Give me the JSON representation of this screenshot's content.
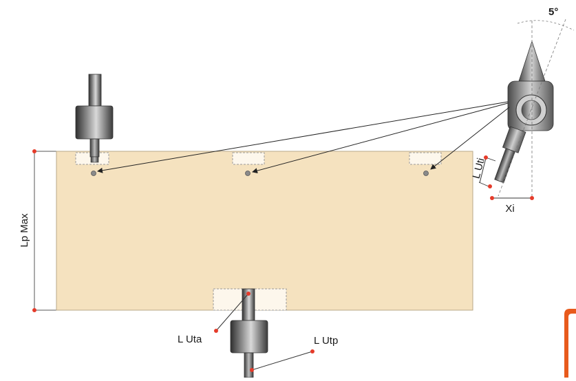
{
  "labels": {
    "angle": "5°",
    "lp_max": "Lp Max",
    "l_uti": "L Uti",
    "xi": "Xi",
    "l_uta": "L Uta",
    "l_utp": "L Utp"
  },
  "colors": {
    "panel": "#f5e2bf",
    "panel_border": "#b9a889",
    "pocket": "#fdf7ec",
    "marker": "#e53b2a",
    "tool": "#5d5d5d",
    "accent_tab": "#e85a1c"
  }
}
